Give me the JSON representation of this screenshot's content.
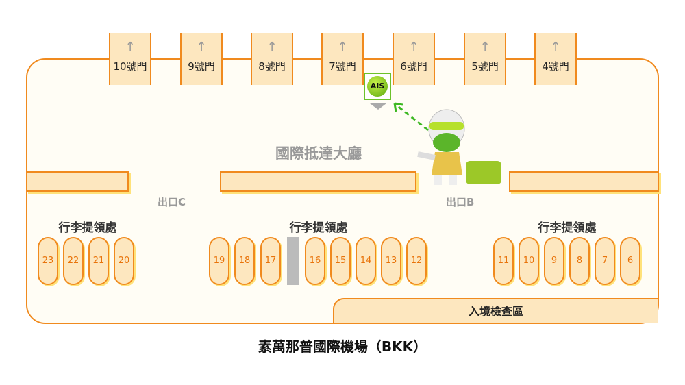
{
  "gates": [
    "10號門",
    "9號門",
    "8號門",
    "7號門",
    "6號門",
    "5號門",
    "4號門"
  ],
  "gate_arrow": "↑",
  "ais": "AIS",
  "hall_title": "國際抵達大廳",
  "exits": {
    "c": "出口C",
    "b": "出口B"
  },
  "baggage_label": "行李提領處",
  "carousels": [
    "23",
    "22",
    "21",
    "20",
    "19",
    "18",
    "17",
    "16",
    "15",
    "14",
    "13",
    "12",
    "11",
    "10",
    "9",
    "8",
    "7",
    "6"
  ],
  "immigration": "入境檢查區",
  "caption": "素萬那普國際機場（BKK）",
  "colors": {
    "orange": "#f08a1e",
    "fill": "#fde7bf",
    "ais_green": "#7bc21a"
  }
}
